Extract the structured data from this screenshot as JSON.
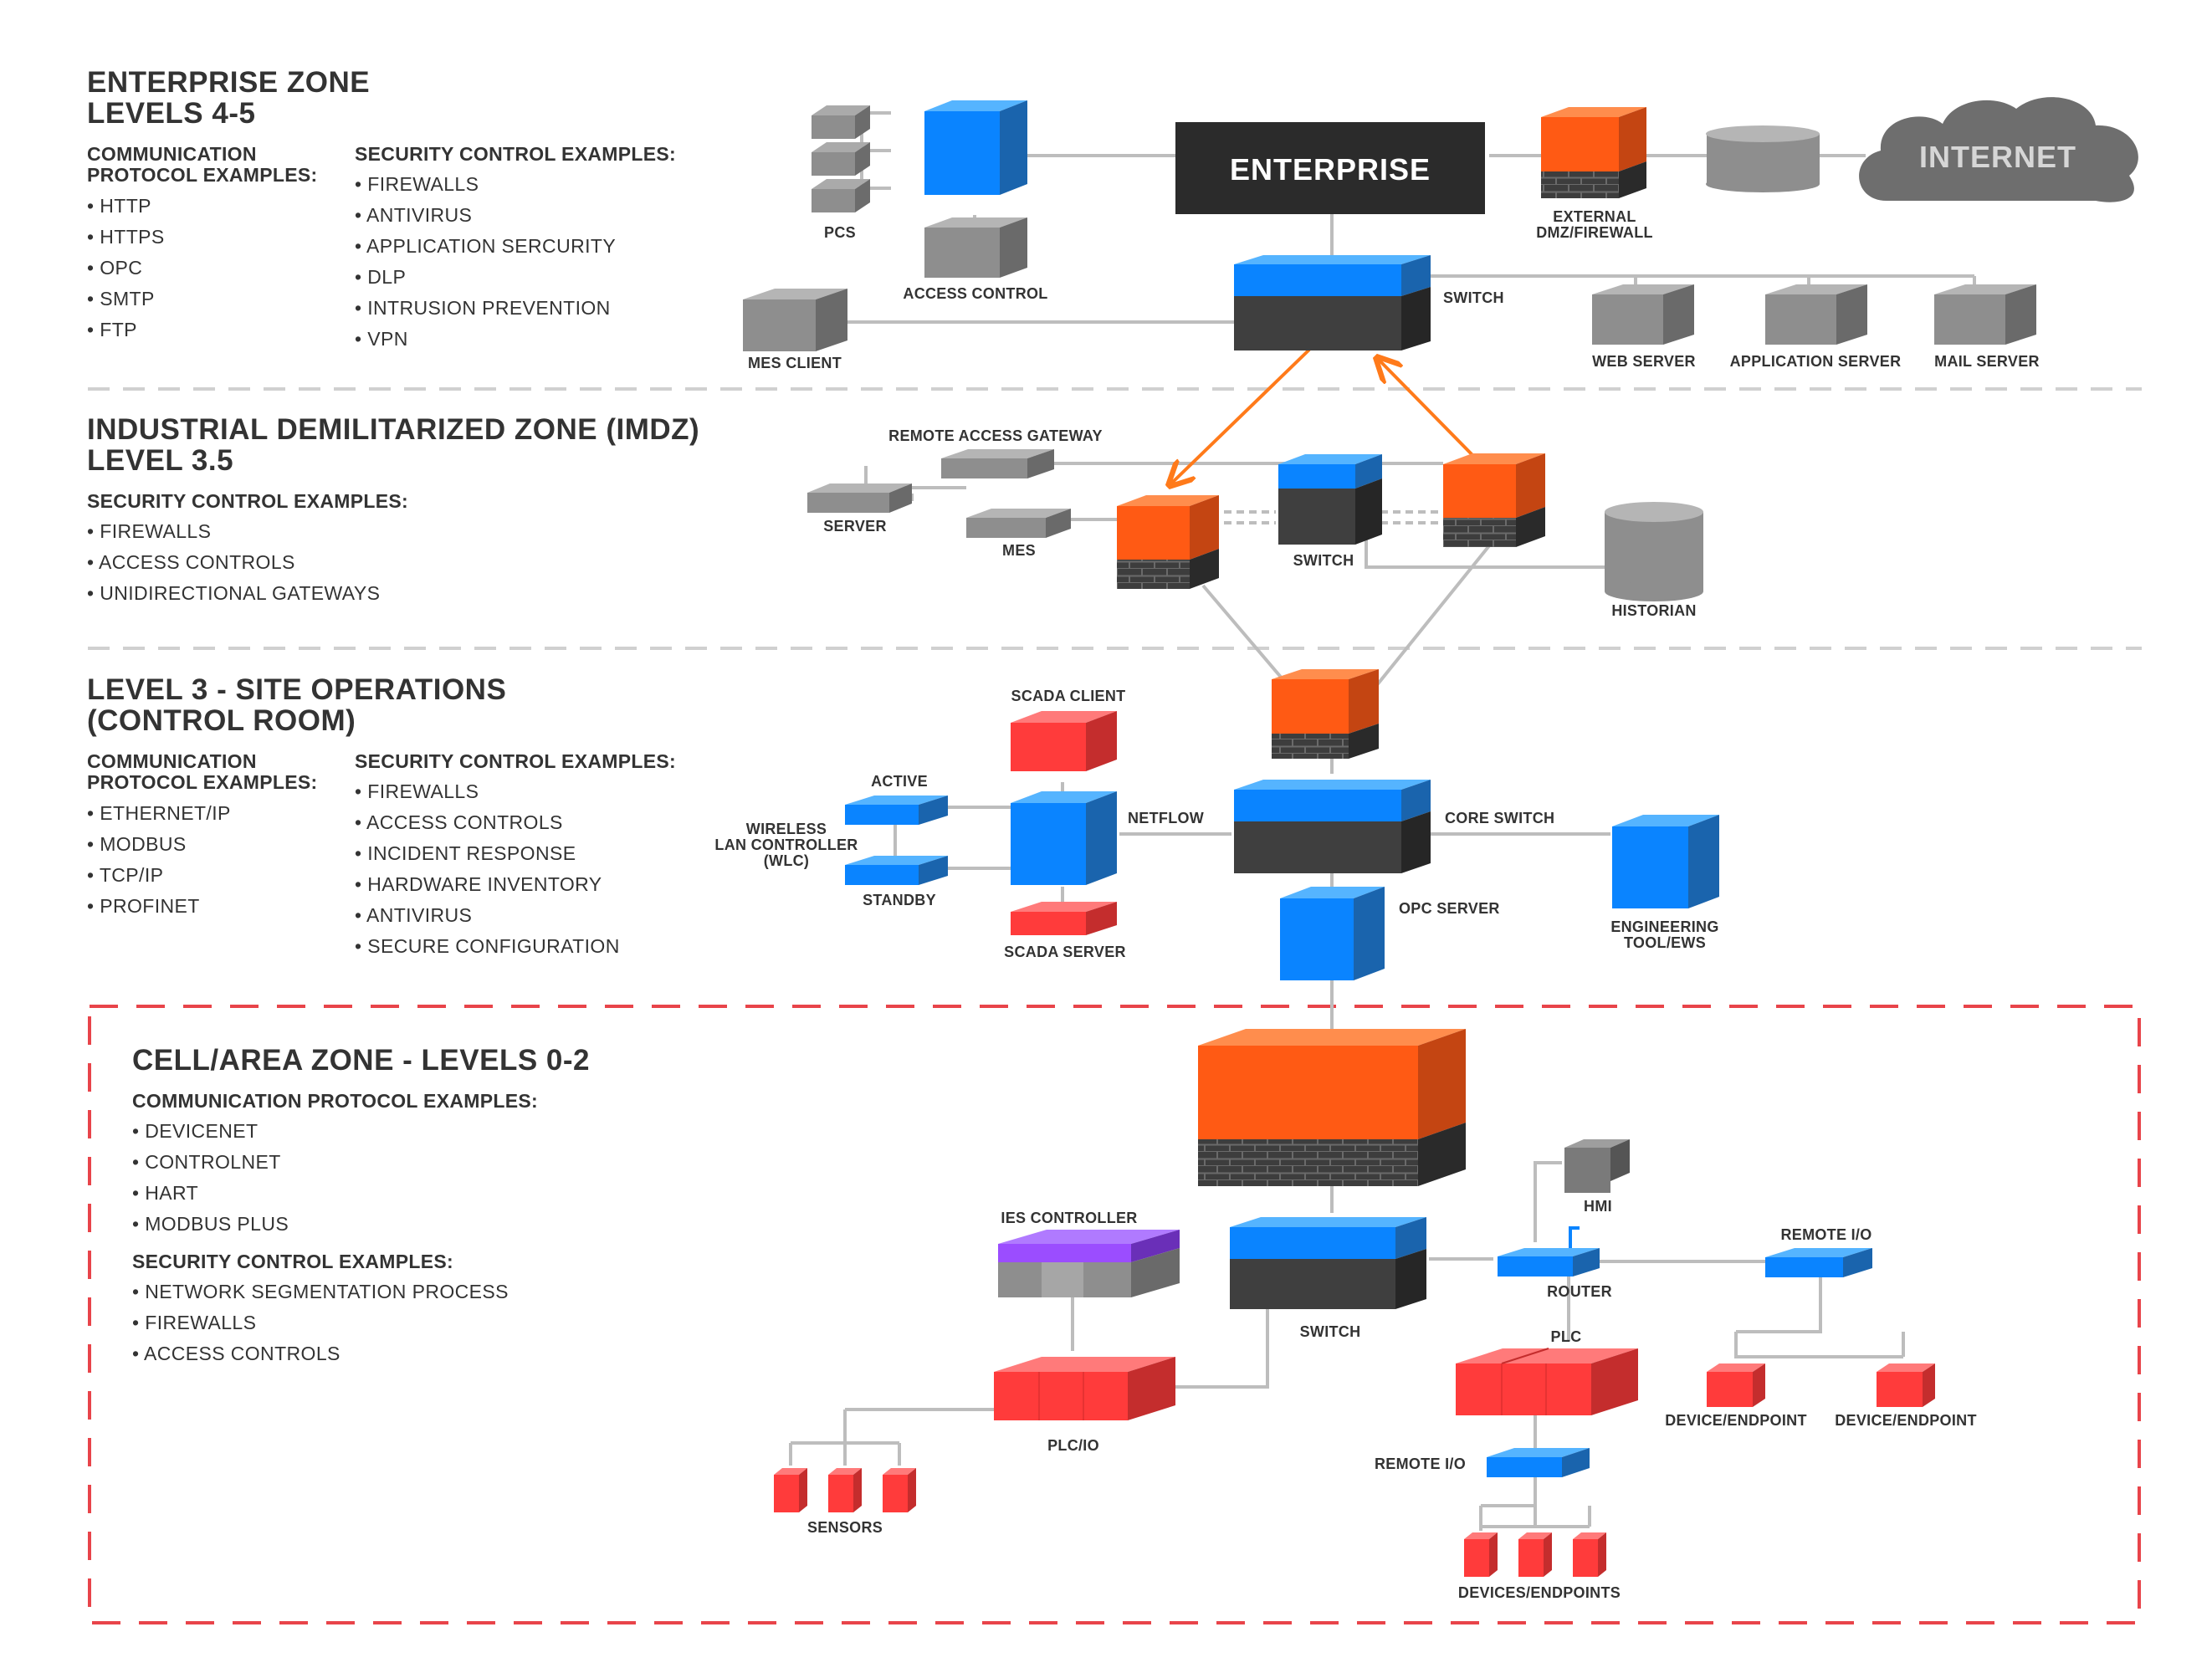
{
  "enterprise_zone": {
    "title_line1": "ENTERPRISE ZONE",
    "title_line2": "LEVELS 4-5",
    "protocol_heading_line1": "COMMUNICATION",
    "protocol_heading_line2": "PROTOCOL EXAMPLES:",
    "protocols": [
      "HTTP",
      "HTTPS",
      "OPC",
      "SMTP",
      "FTP"
    ],
    "security_heading": "SECURITY CONTROL EXAMPLES:",
    "security": [
      "FIREWALLS",
      "ANTIVIRUS",
      "APPLICATION SERCURITY",
      "DLP",
      "INTRUSION PREVENTION",
      "VPN"
    ]
  },
  "imdz_zone": {
    "title_line1": "INDUSTRIAL DEMILITARIZED ZONE (IMDZ)",
    "title_line2": "LEVEL 3.5",
    "security_heading": "SECURITY CONTROL EXAMPLES:",
    "security": [
      "FIREWALLS",
      "ACCESS CONTROLS",
      "UNIDIRECTIONAL GATEWAYS"
    ]
  },
  "site_ops_zone": {
    "title_line1": "LEVEL 3 - SITE OPERATIONS",
    "title_line2": "(CONTROL ROOM)",
    "protocol_heading_line1": "COMMUNICATION",
    "protocol_heading_line2": "PROTOCOL EXAMPLES:",
    "protocols": [
      "ETHERNET/IP",
      "MODBUS",
      "TCP/IP",
      "PROFINET"
    ],
    "security_heading": "SECURITY CONTROL EXAMPLES:",
    "security": [
      "FIREWALLS",
      "ACCESS CONTROLS",
      "INCIDENT RESPONSE",
      "HARDWARE INVENTORY",
      "ANTIVIRUS",
      "SECURE CONFIGURATION"
    ]
  },
  "cell_zone": {
    "title": "CELL/AREA ZONE - LEVELS 0-2",
    "protocol_heading": "COMMUNICATION PROTOCOL EXAMPLES:",
    "protocols": [
      "DEVICENET",
      "CONTROLNET",
      "HART",
      "MODBUS PLUS"
    ],
    "security_heading": "SECURITY CONTROL EXAMPLES:",
    "security": [
      "NETWORK SEGMENTATION PROCESS",
      "FIREWALLS",
      "ACCESS CONTROLS"
    ]
  },
  "nodes": {
    "enterprise": "ENTERPRISE",
    "internet": "INTERNET",
    "pcs": "PCS",
    "access_control": "ACCESS CONTROL",
    "external_fw_line1": "EXTERNAL",
    "external_fw_line2": "DMZ/FIREWALL",
    "switch_l45": "SWITCH",
    "mes_client": "MES CLIENT",
    "web_server": "WEB SERVER",
    "app_server": "APPLICATION SERVER",
    "mail_server": "MAIL SERVER",
    "remote_access_gateway": "REMOTE ACCESS GATEWAY",
    "server": "SERVER",
    "mes": "MES",
    "switch_imdz": "SWITCH",
    "historian": "HISTORIAN",
    "scada_client": "SCADA CLIENT",
    "active": "ACTIVE",
    "wlc_line1": "WIRELESS",
    "wlc_line2": "LAN CONTROLLER",
    "wlc_line3": "(WLC)",
    "standby": "STANDBY",
    "netflow": "NETFLOW",
    "core_switch": "CORE SWITCH",
    "scada_server": "SCADA SERVER",
    "opc_server": "OPC SERVER",
    "eng_tool_line1": "ENGINEERING",
    "eng_tool_line2": "TOOL/EWS",
    "hmi": "HMI",
    "ies_controller": "IES CONTROLLER",
    "router": "ROUTER",
    "remote_io_top": "REMOTE I/O",
    "switch_cell": "SWITCH",
    "plc": "PLC",
    "device_endpoint_1": "DEVICE/ENDPOINT",
    "device_endpoint_2": "DEVICE/ENDPOINT",
    "plc_io": "PLC/IO",
    "remote_io_bottom": "REMOTE I/O",
    "sensors": "SENSORS",
    "devices_endpoints": "DEVICES/ENDPOINTS"
  },
  "colors": {
    "blue": "#0a84ff",
    "orange": "#ff5a14",
    "red": "#ff3b3b",
    "gray": "#8a8a8a",
    "dark": "#444444",
    "purple": "#9b4dff",
    "arrow": "#ff7a1a",
    "zone_border": "#e8444a",
    "divider": "#d0d0d0"
  }
}
